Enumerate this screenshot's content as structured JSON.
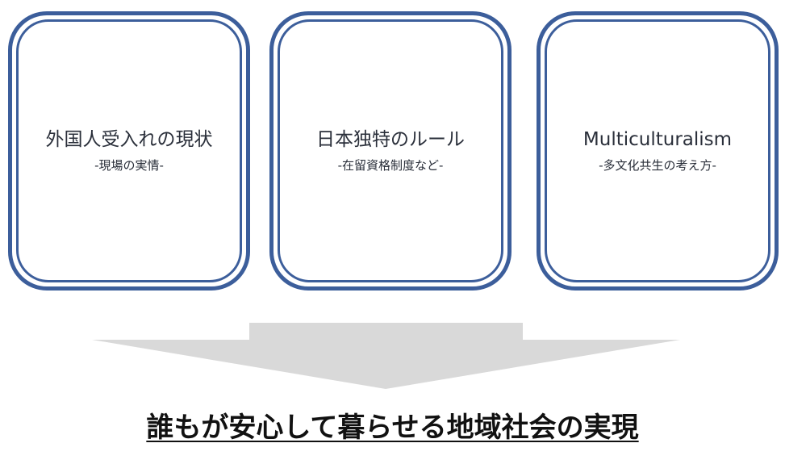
{
  "cards": [
    {
      "title": "外国人受入れの現状",
      "subtitle": "-現場の実情-"
    },
    {
      "title": "日本独特のルール",
      "subtitle": "-在留資格制度など-"
    },
    {
      "title": "Multiculturalism",
      "subtitle": "-多文化共生の考え方-"
    }
  ],
  "conclusion": "誰もが安心して暮らせる地域社会の実現",
  "colors": {
    "card_border": "#3c5e9b",
    "arrow": "#d9d9d9",
    "text": "#2a2f3a"
  }
}
